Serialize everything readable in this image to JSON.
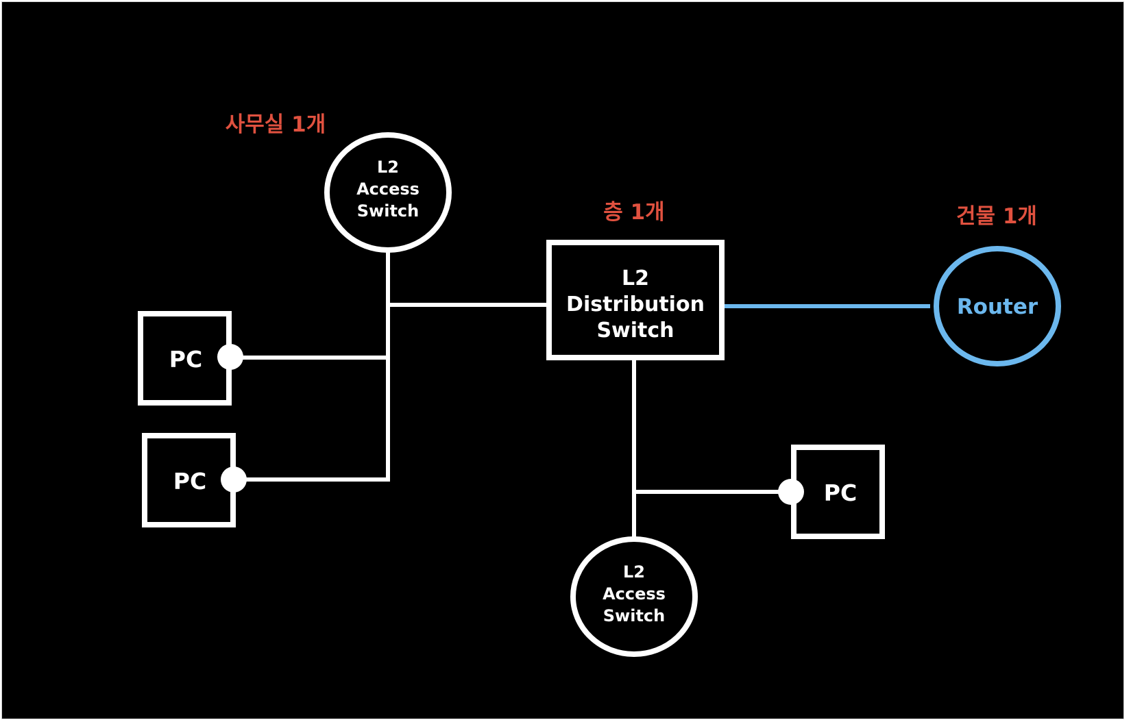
{
  "colors": {
    "background": "#000000",
    "line": "#ffffff",
    "annotation": "#e0513f",
    "router": "#6cb8ee"
  },
  "annotations": {
    "office": "사무실 1개",
    "floor": "층 1개",
    "building": "건물 1개"
  },
  "nodes": {
    "access_switch_top": {
      "lines": [
        "L2",
        "Access",
        "Switch"
      ]
    },
    "distribution_switch": {
      "lines": [
        "L2",
        "Distribution",
        "Switch"
      ]
    },
    "router": {
      "label": "Router"
    },
    "access_switch_bottom": {
      "lines": [
        "L2",
        "Access",
        "Switch"
      ]
    },
    "pc_left_1": {
      "label": "PC"
    },
    "pc_left_2": {
      "label": "PC"
    },
    "pc_right": {
      "label": "PC"
    }
  }
}
